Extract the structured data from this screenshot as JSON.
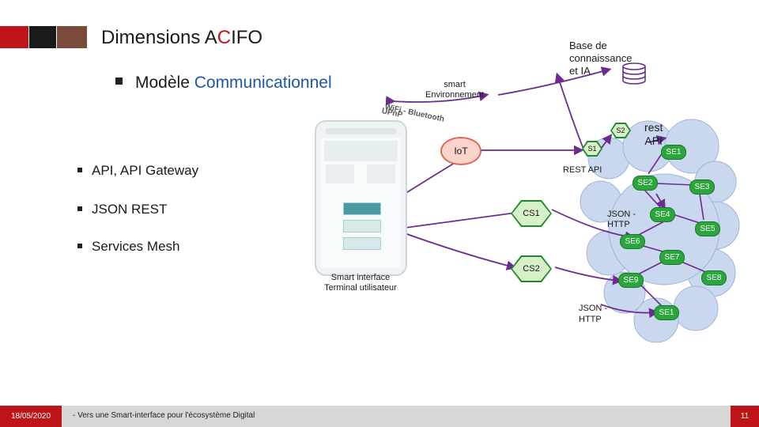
{
  "header": {
    "title_pre": "Dimensions A",
    "title_accent": "C",
    "title_post": "IFO",
    "subtitle_pre": "Modèle ",
    "subtitle_blue": "Communicationnel"
  },
  "bullets": [
    "API, API Gateway",
    "JSON REST",
    "Services Mesh"
  ],
  "phone": {
    "caption_line1": "Smart interface",
    "caption_line2": "Terminal utilisateur"
  },
  "diagram": {
    "kb_line1": "Base de",
    "kb_line2": "connaissance",
    "kb_line3": "et IA",
    "smart_line1": "smart",
    "smart_line2": "Environnement",
    "wifi_line1": "WiFi - Bluetooth",
    "wifi_line2": "UPnP",
    "rest_line1": "rest",
    "rest_line2": "API",
    "iot": "IoT",
    "s1": "S1",
    "s2": "S2",
    "rest_api": "REST API",
    "cs1": "CS1",
    "cs2": "CS2",
    "json1_line1": "JSON -",
    "json1_line2": "HTTP",
    "json2_line1": "JSON -",
    "json2_line2": "HTTP",
    "se": {
      "se1_top": "SE1",
      "se2": "SE2",
      "se3": "SE3",
      "se4": "SE4",
      "se5": "SE5",
      "se6": "SE6",
      "se7": "SE7",
      "se8": "SE8",
      "se9": "SE9",
      "se1_bottom": "SE1"
    },
    "colors": {
      "arrow": "#6a2c8f",
      "cloud": "#c9d8ee",
      "green": "#1d8b2e",
      "iot_fill": "#fcd4cc"
    }
  },
  "footer": {
    "date": "18/05/2020",
    "text": "- Vers une Smart-interface pour l'écosystème Digital",
    "page": "11"
  }
}
